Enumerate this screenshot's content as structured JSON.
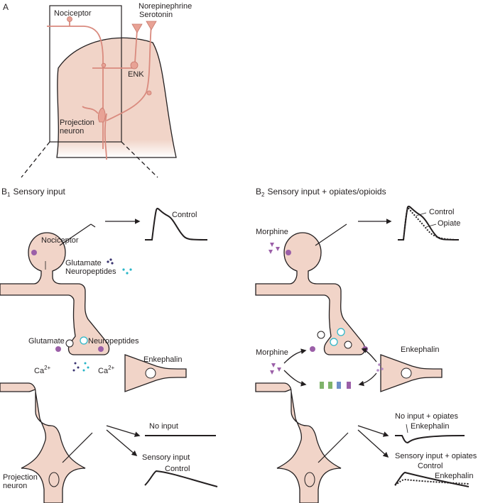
{
  "panelA": {
    "letter": "A",
    "nociceptor": "Nociceptor",
    "norepinephrine": "Norepinephrine",
    "serotonin": "Serotonin",
    "enk": "ENK",
    "projection_line1": "Projection",
    "projection_line2": "neuron"
  },
  "panelB1": {
    "letter": "B",
    "subscript": "1",
    "title": "Sensory input",
    "nociceptor": "Nociceptor",
    "glutamate_top": "Glutamate",
    "neuropeptides_top": "Neuropeptides",
    "glutamate": "Glutamate",
    "neuropeptides": "Neuropeptides",
    "enkephalin": "Enkephalin",
    "ca_left": "Ca",
    "ca_right": "Ca",
    "ca_sup": "2+",
    "control": "Control",
    "no_input": "No input",
    "sensory_input": "Sensory input",
    "control_lower": "Control",
    "projection_line1": "Projection",
    "projection_line2": "neuron"
  },
  "panelB2": {
    "letter": "B",
    "subscript": "2",
    "title": "Sensory input + opiates/opioids",
    "morphine_top": "Morphine",
    "morphine_mid": "Morphine",
    "enkephalin": "Enkephalin",
    "control": "Control",
    "opiate": "Opiate",
    "no_input_opiates": "No input + opiates",
    "enkephalin_trace1": "Enkephalin",
    "sensory_opiates": "Sensory input + opiates",
    "control_lower": "Control",
    "enkephalin_trace2": "Enkephalin"
  },
  "colors": {
    "cell_fill": "#f1d4c8",
    "neuron_pink": "#d98a7e",
    "receptor_purple": "#9b5fa8",
    "receptor_green": "#7fb36b",
    "receptor_blue": "#6f8fc9",
    "neuropeptide_cyan": "#27b5c7",
    "glutamate_navy": "#3b3470",
    "enkephalin_violet": "#b58ac4"
  }
}
